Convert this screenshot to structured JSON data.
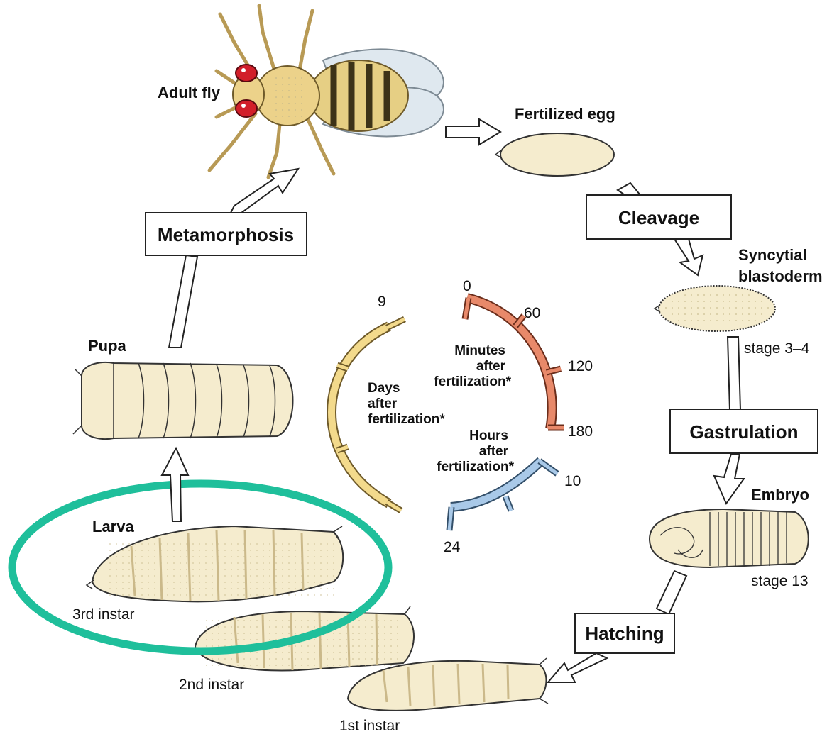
{
  "stages": {
    "adult": "Adult fly",
    "egg": "Fertilized egg",
    "syncytial": "Syncytial blastoderm",
    "syncytial_line1": "Syncytial",
    "syncytial_line2": "blastoderm",
    "syncytial_stage": "stage 3–4",
    "embryo": "Embryo",
    "embryo_stage": "stage 13",
    "first_instar": "1st instar",
    "second_instar": "2nd instar",
    "third_instar": "3rd instar",
    "larva": "Larva",
    "pupa": "Pupa"
  },
  "processes": {
    "cleavage": "Cleavage",
    "gastrulation": "Gastrulation",
    "hatching": "Hatching",
    "metamorphosis": "Metamorphosis"
  },
  "timescales": {
    "minutes": {
      "line1": "Minutes",
      "line2": "after",
      "line3": "fertilization*",
      "ticks": [
        "0",
        "60",
        "120",
        "180"
      ],
      "color": "#e8896a"
    },
    "hours": {
      "line1": "Hours",
      "line2": "after",
      "line3": "fertilization*",
      "ticks": [
        "10",
        "24"
      ],
      "color": "#a9c9e8"
    },
    "days": {
      "line1": "Days",
      "line2": "after",
      "line3": "fertilization*",
      "ticks": [
        "9"
      ],
      "color": "#f3da8c"
    }
  },
  "colors": {
    "highlight": "#1fbf9b",
    "body": "#f3e8c3",
    "outline": "#2a2a2a"
  }
}
